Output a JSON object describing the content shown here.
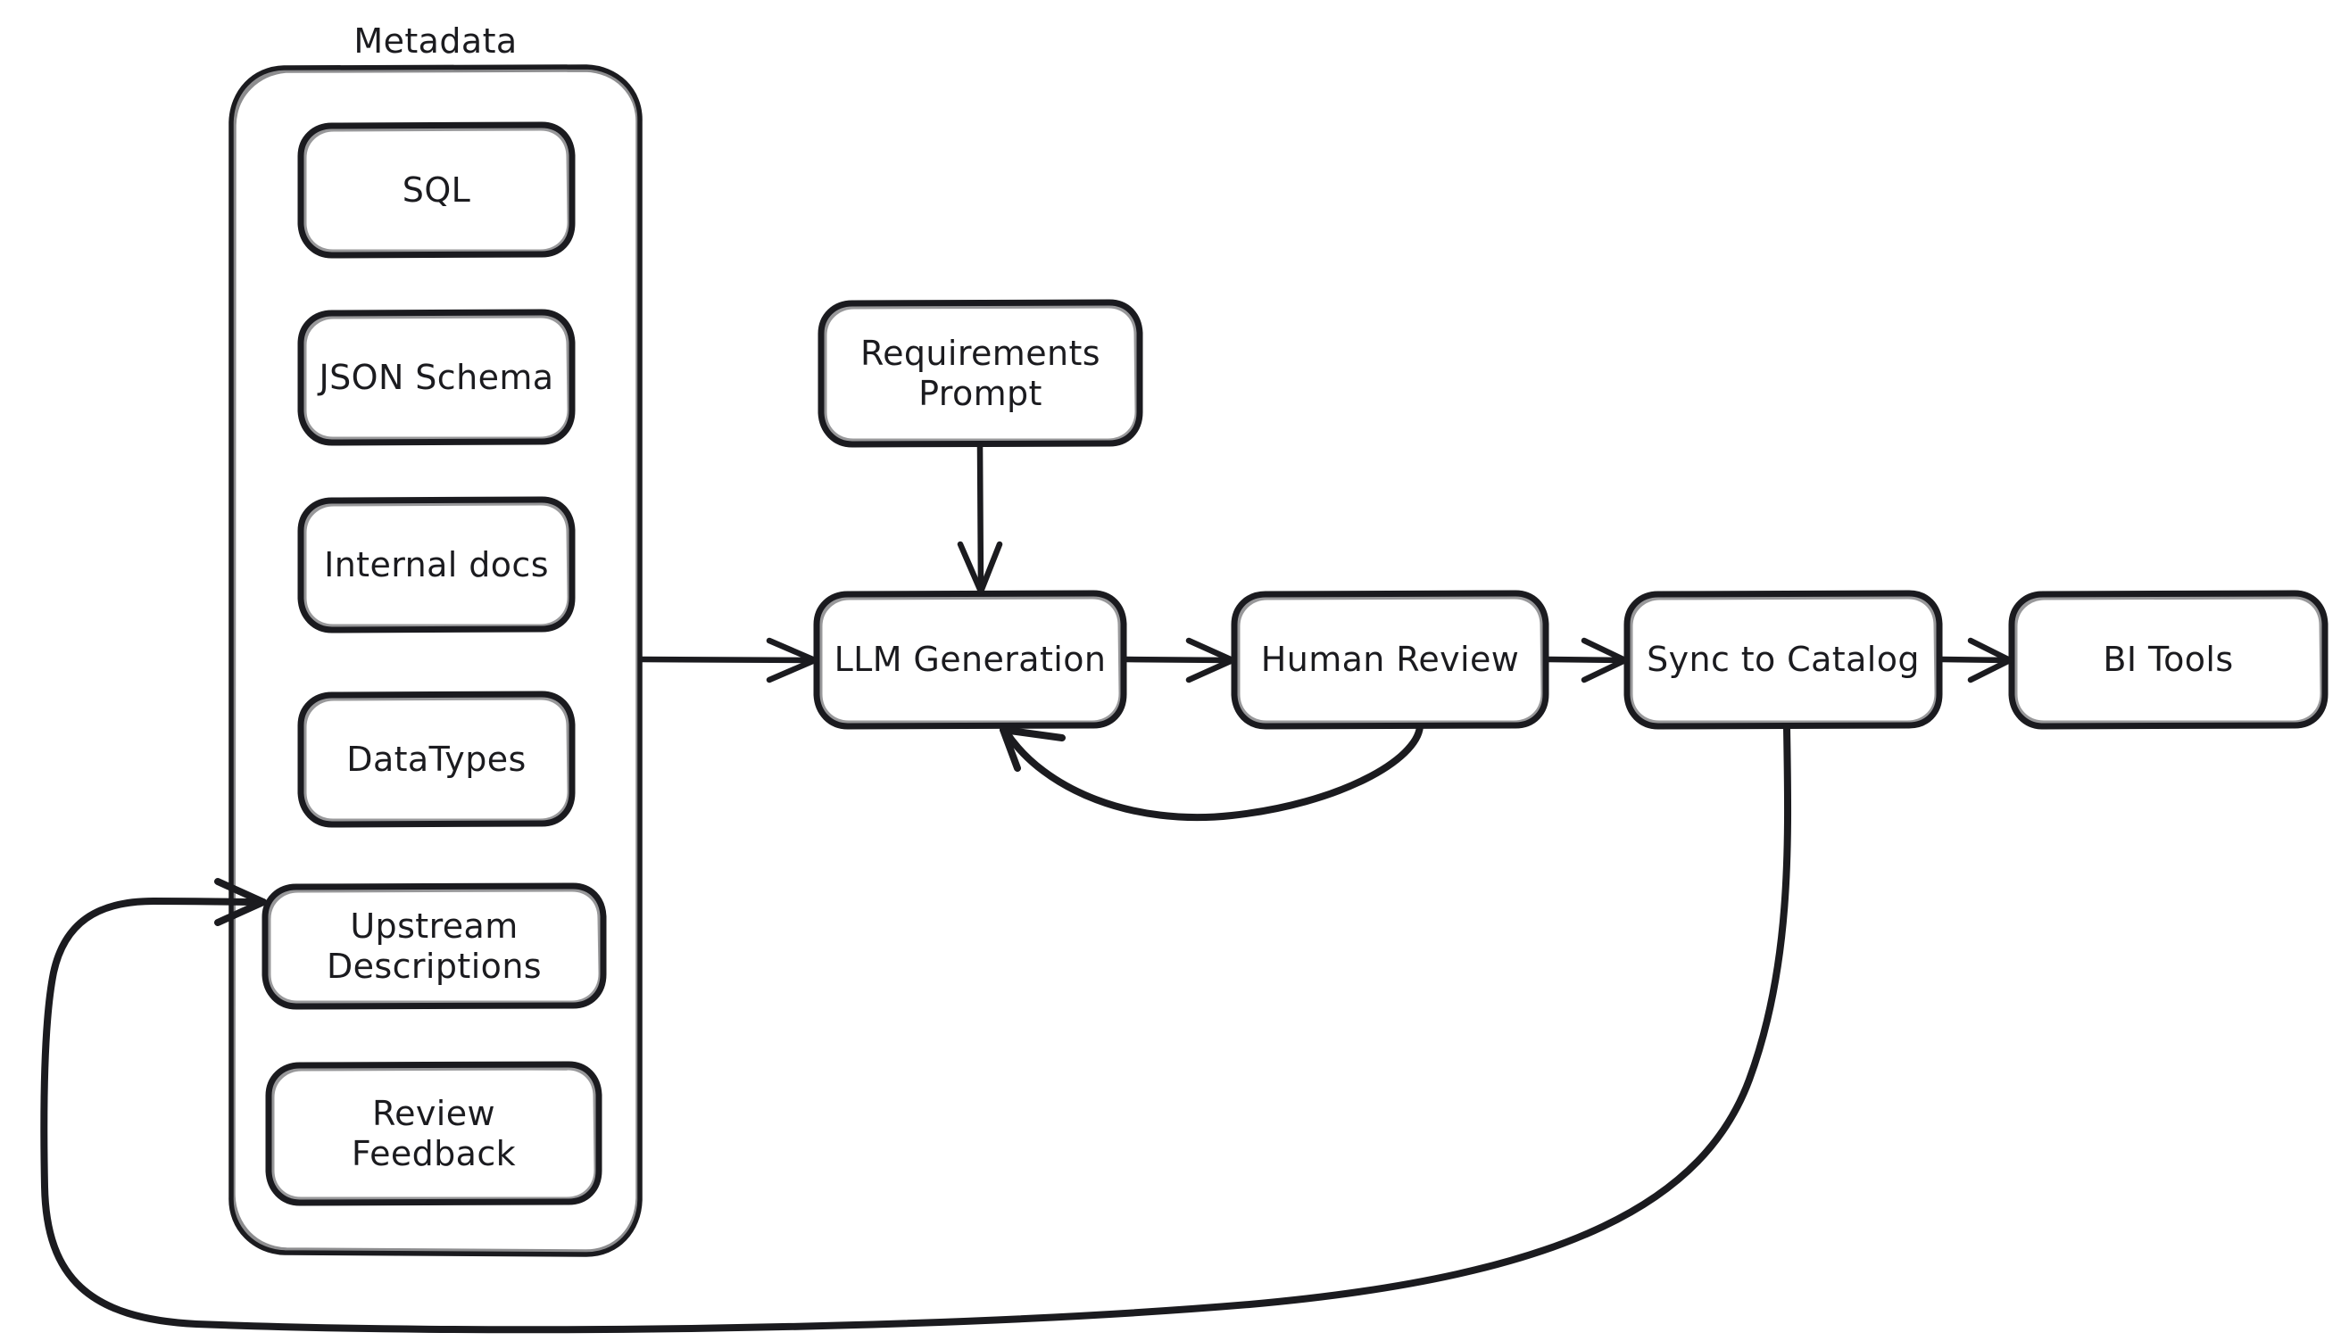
{
  "diagram": {
    "title": "Metadata to BI Tools LLM description pipeline",
    "background_color": "#ffffff",
    "stroke_color": "#1b1b1f",
    "text_color": "#1b1b1f",
    "style": "hand-drawn"
  },
  "group": {
    "name": "metadata-group",
    "title": "Metadata",
    "items": [
      {
        "id": "sql",
        "label": "SQL"
      },
      {
        "id": "json-schema",
        "label": "JSON Schema"
      },
      {
        "id": "internal-docs",
        "label": "Internal docs"
      },
      {
        "id": "data-types",
        "label": "DataTypes"
      },
      {
        "id": "upstream-descriptions",
        "label": "Upstream\nDescriptions"
      },
      {
        "id": "review-feedback",
        "label": "Review\nFeedback"
      }
    ]
  },
  "nodes": [
    {
      "id": "requirements-prompt",
      "label": "Requirements\nPrompt"
    },
    {
      "id": "llm-generation",
      "label": "LLM Generation"
    },
    {
      "id": "human-review",
      "label": "Human Review"
    },
    {
      "id": "sync-to-catalog",
      "label": "Sync to Catalog"
    },
    {
      "id": "bi-tools",
      "label": "BI Tools"
    }
  ],
  "edges": [
    {
      "id": "metadata-to-llm",
      "from": "Metadata",
      "to": "LLM Generation",
      "label": "",
      "arrow": "end"
    },
    {
      "id": "prompt-to-llm",
      "from": "Requirements Prompt",
      "to": "LLM Generation",
      "label": "",
      "arrow": "end"
    },
    {
      "id": "llm-to-review",
      "from": "LLM Generation",
      "to": "Human Review",
      "label": "",
      "arrow": "end"
    },
    {
      "id": "review-to-llm-feedback",
      "from": "Human Review",
      "to": "LLM Generation",
      "label": "",
      "arrow": "end"
    },
    {
      "id": "review-to-sync",
      "from": "Human Review",
      "to": "Sync to Catalog",
      "label": "",
      "arrow": "end"
    },
    {
      "id": "sync-to-bi",
      "from": "Sync to Catalog",
      "to": "BI Tools",
      "label": "",
      "arrow": "end"
    },
    {
      "id": "sync-to-upstream",
      "from": "Sync to Catalog",
      "to": "Upstream Descriptions",
      "label": "",
      "arrow": "end"
    }
  ]
}
